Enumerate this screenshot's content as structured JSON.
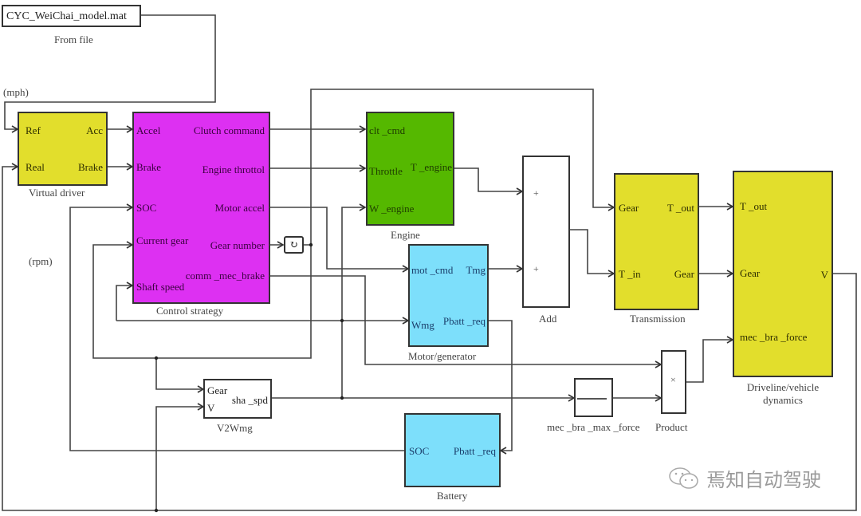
{
  "diagram": {
    "title": "Hybrid powertrain Simulink model",
    "signal_labels": {
      "mph": "(mph)",
      "rpm": "(rpm)"
    },
    "blocks": {
      "from_file": {
        "value": "CYC_WeiChai_model.mat",
        "caption": "From file"
      },
      "virtual_driver": {
        "caption": "Virtual driver",
        "inputs": [
          "Ref",
          "Real"
        ],
        "outputs": [
          "Acc",
          "Brake"
        ],
        "color": "#e2de2c"
      },
      "control_strategy": {
        "caption": "Control strategy",
        "inputs": [
          "Accel",
          "Brake",
          "SOC",
          "Current gear",
          "Shaft speed"
        ],
        "outputs": [
          "Clutch command",
          "Engine throttol",
          "Motor accel",
          "Gear number",
          "comm _mec_brake"
        ],
        "color": "#dd30f2"
      },
      "engine": {
        "caption": "Engine",
        "inputs": [
          "clt _cmd",
          "Throttle",
          "W _engine"
        ],
        "outputs": [
          "T _engine"
        ],
        "color": "#55b800"
      },
      "motor_generator": {
        "caption": "Motor/generator",
        "inputs": [
          "mot _cmd",
          "Wmg"
        ],
        "outputs": [
          "Tmg",
          "Pbatt _req"
        ],
        "color": "#7ddffb"
      },
      "add": {
        "caption": "Add",
        "signs": [
          "+",
          "+"
        ]
      },
      "transmission": {
        "caption": "Transmission",
        "inputs": [
          "Gear",
          "T _in"
        ],
        "outputs": [
          "T _out",
          "Gear"
        ],
        "color": "#e2de2c"
      },
      "driveline": {
        "caption_line1": "Driveline/vehicle",
        "caption_line2": "dynamics",
        "inputs": [
          "T _out",
          "Gear",
          "mec _bra _force"
        ],
        "outputs": [
          "V"
        ],
        "color": "#e2de2c"
      },
      "v2wmg": {
        "caption": "V2Wmg",
        "inputs": [
          "Gear",
          "V"
        ],
        "outputs": [
          "sha _spd"
        ]
      },
      "battery": {
        "caption": "Battery",
        "inputs": [
          "Pbatt _req"
        ],
        "outputs": [
          "SOC"
        ],
        "color": "#7ddffb"
      },
      "mec_bra_max_force": {
        "caption": "mec _bra _max _force"
      },
      "product": {
        "caption": "Product",
        "symbol": "×"
      },
      "memory": {
        "symbol": "↻"
      }
    },
    "watermark": {
      "text": "焉知自动驾驶",
      "icon": "wechat-icon"
    }
  }
}
